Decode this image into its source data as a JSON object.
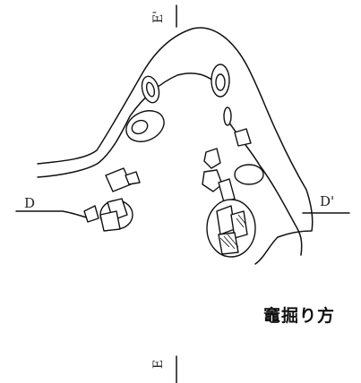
{
  "labels": {
    "d": "D",
    "d_prime": "D'",
    "e_prime": "E'",
    "e": "E"
  },
  "caption": "竈掘り方"
}
